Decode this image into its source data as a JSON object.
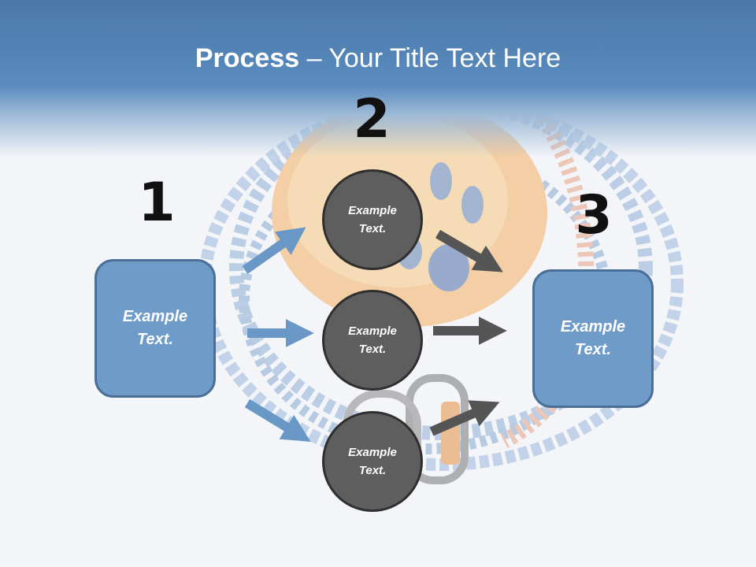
{
  "title": {
    "bold": "Process",
    "rest": " – Your Title Text Here"
  },
  "steps": [
    {
      "number": "1",
      "text": [
        "Example",
        "Text."
      ]
    },
    {
      "number": "2",
      "circles": [
        {
          "text": [
            "Example",
            "Text."
          ]
        },
        {
          "text": [
            "Example",
            "Text."
          ]
        },
        {
          "text": [
            "Example",
            "Text."
          ]
        }
      ]
    },
    {
      "number": "3",
      "text": [
        "Example",
        "Text."
      ]
    }
  ],
  "colors": {
    "title_bar": "#5a8cbf",
    "box_fill": "#6f9bc9",
    "circle_fill": "#5e5e5e",
    "arrow_blue": "#6a98c6",
    "arrow_gray": "#555555"
  }
}
